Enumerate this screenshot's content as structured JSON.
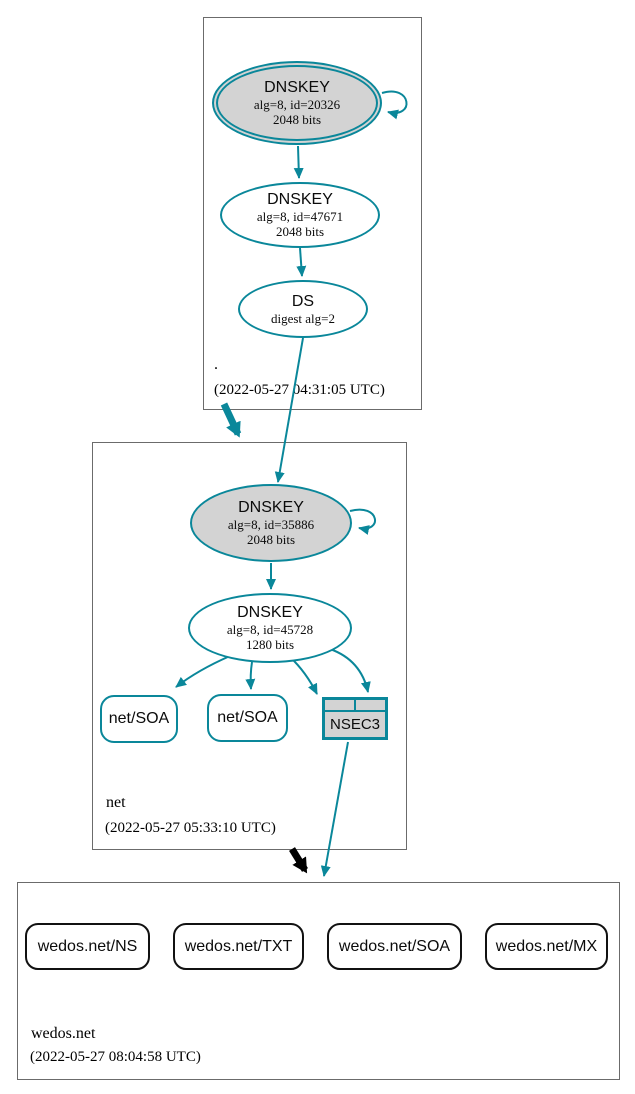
{
  "diagram_type": "dnssec-authentication-chain",
  "colors": {
    "secure": "#0a879a",
    "insecure": "#000000",
    "node_fill_gray": "#d3d3d3",
    "zone_box_border": "#6b6b6b"
  },
  "zones": {
    "root": {
      "label": ".",
      "timestamp": "(2022-05-27 04:31:05 UTC)",
      "ksk": {
        "title": "DNSKEY",
        "detail1": "alg=8, id=20326",
        "detail2": "2048 bits"
      },
      "zsk": {
        "title": "DNSKEY",
        "detail1": "alg=8, id=47671",
        "detail2": "2048 bits"
      },
      "ds": {
        "title": "DS",
        "detail1": "digest alg=2"
      }
    },
    "net": {
      "label": "net",
      "timestamp": "(2022-05-27 05:33:10 UTC)",
      "ksk": {
        "title": "DNSKEY",
        "detail1": "alg=8, id=35886",
        "detail2": "2048 bits"
      },
      "zsk": {
        "title": "DNSKEY",
        "detail1": "alg=8, id=45728",
        "detail2": "1280 bits"
      },
      "soa1": {
        "label": "net/SOA"
      },
      "soa2": {
        "label": "net/SOA"
      },
      "nsec3": {
        "label": "NSEC3"
      }
    },
    "wedos": {
      "label": "wedos.net",
      "timestamp": "(2022-05-27 08:04:58 UTC)",
      "rrsets": [
        {
          "label": "wedos.net/NS"
        },
        {
          "label": "wedos.net/TXT"
        },
        {
          "label": "wedos.net/SOA"
        },
        {
          "label": "wedos.net/MX"
        }
      ]
    }
  }
}
